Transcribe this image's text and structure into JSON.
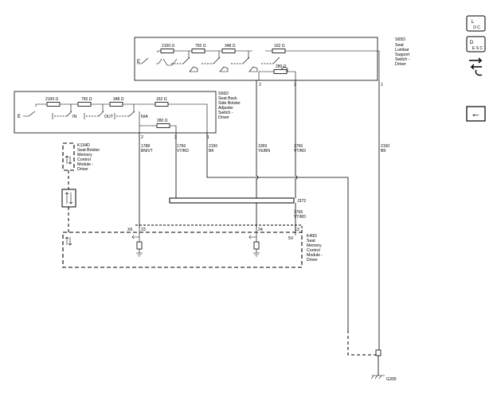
{
  "switch_s65d": {
    "id": "S65D",
    "desc": [
      "Seat",
      "Lumbar",
      "Support",
      "Switch -",
      "Driver"
    ],
    "resistors": [
      "2100 Ω",
      "750 Ω",
      "348 Ω",
      "162 Ω"
    ],
    "extra_resistor": "280 Ω",
    "pins": [
      "2",
      "3",
      "1"
    ]
  },
  "switch_s66d": {
    "id": "S66D",
    "desc": [
      "Seat Back",
      "Side Bolster",
      "Adjuster",
      "Switch -",
      "Driver"
    ],
    "resistors": [
      "2100 Ω",
      "750 Ω",
      "348 Ω",
      "162 Ω"
    ],
    "extra_resistor": "280 Ω",
    "positions": [
      "IN",
      "OUT",
      "N/A"
    ],
    "pins": [
      "2",
      "3",
      "1"
    ]
  },
  "wires": [
    {
      "num": "1788",
      "color": "BN/VT"
    },
    {
      "num": "1766",
      "color": "VT/RD"
    },
    {
      "num": "2150",
      "color": "BK"
    },
    {
      "num": "1069",
      "color": "YE/BN"
    },
    {
      "num": "1766",
      "color": "VT/RD"
    },
    {
      "num": "2150",
      "color": "BK"
    },
    {
      "num": "1766",
      "color": "VT/RD"
    }
  ],
  "k134d": {
    "id": "K134D",
    "desc": [
      "Seat Bolster",
      "Memory",
      "Control",
      "Module -",
      "Driver"
    ]
  },
  "k40d": {
    "id": "K40D",
    "desc": [
      "Seat",
      "Memory",
      "Control",
      "Module -",
      "Driver"
    ],
    "connector": "X6",
    "pins": [
      "23",
      "24",
      "13"
    ],
    "voltage": "5V"
  },
  "splice": "J372",
  "ground": "G305",
  "toolbar": {
    "loc_sup": "L",
    "loc_sub": "O C",
    "desc_sup": "D",
    "desc_sub": "E S C",
    "back_arrow": "←"
  }
}
